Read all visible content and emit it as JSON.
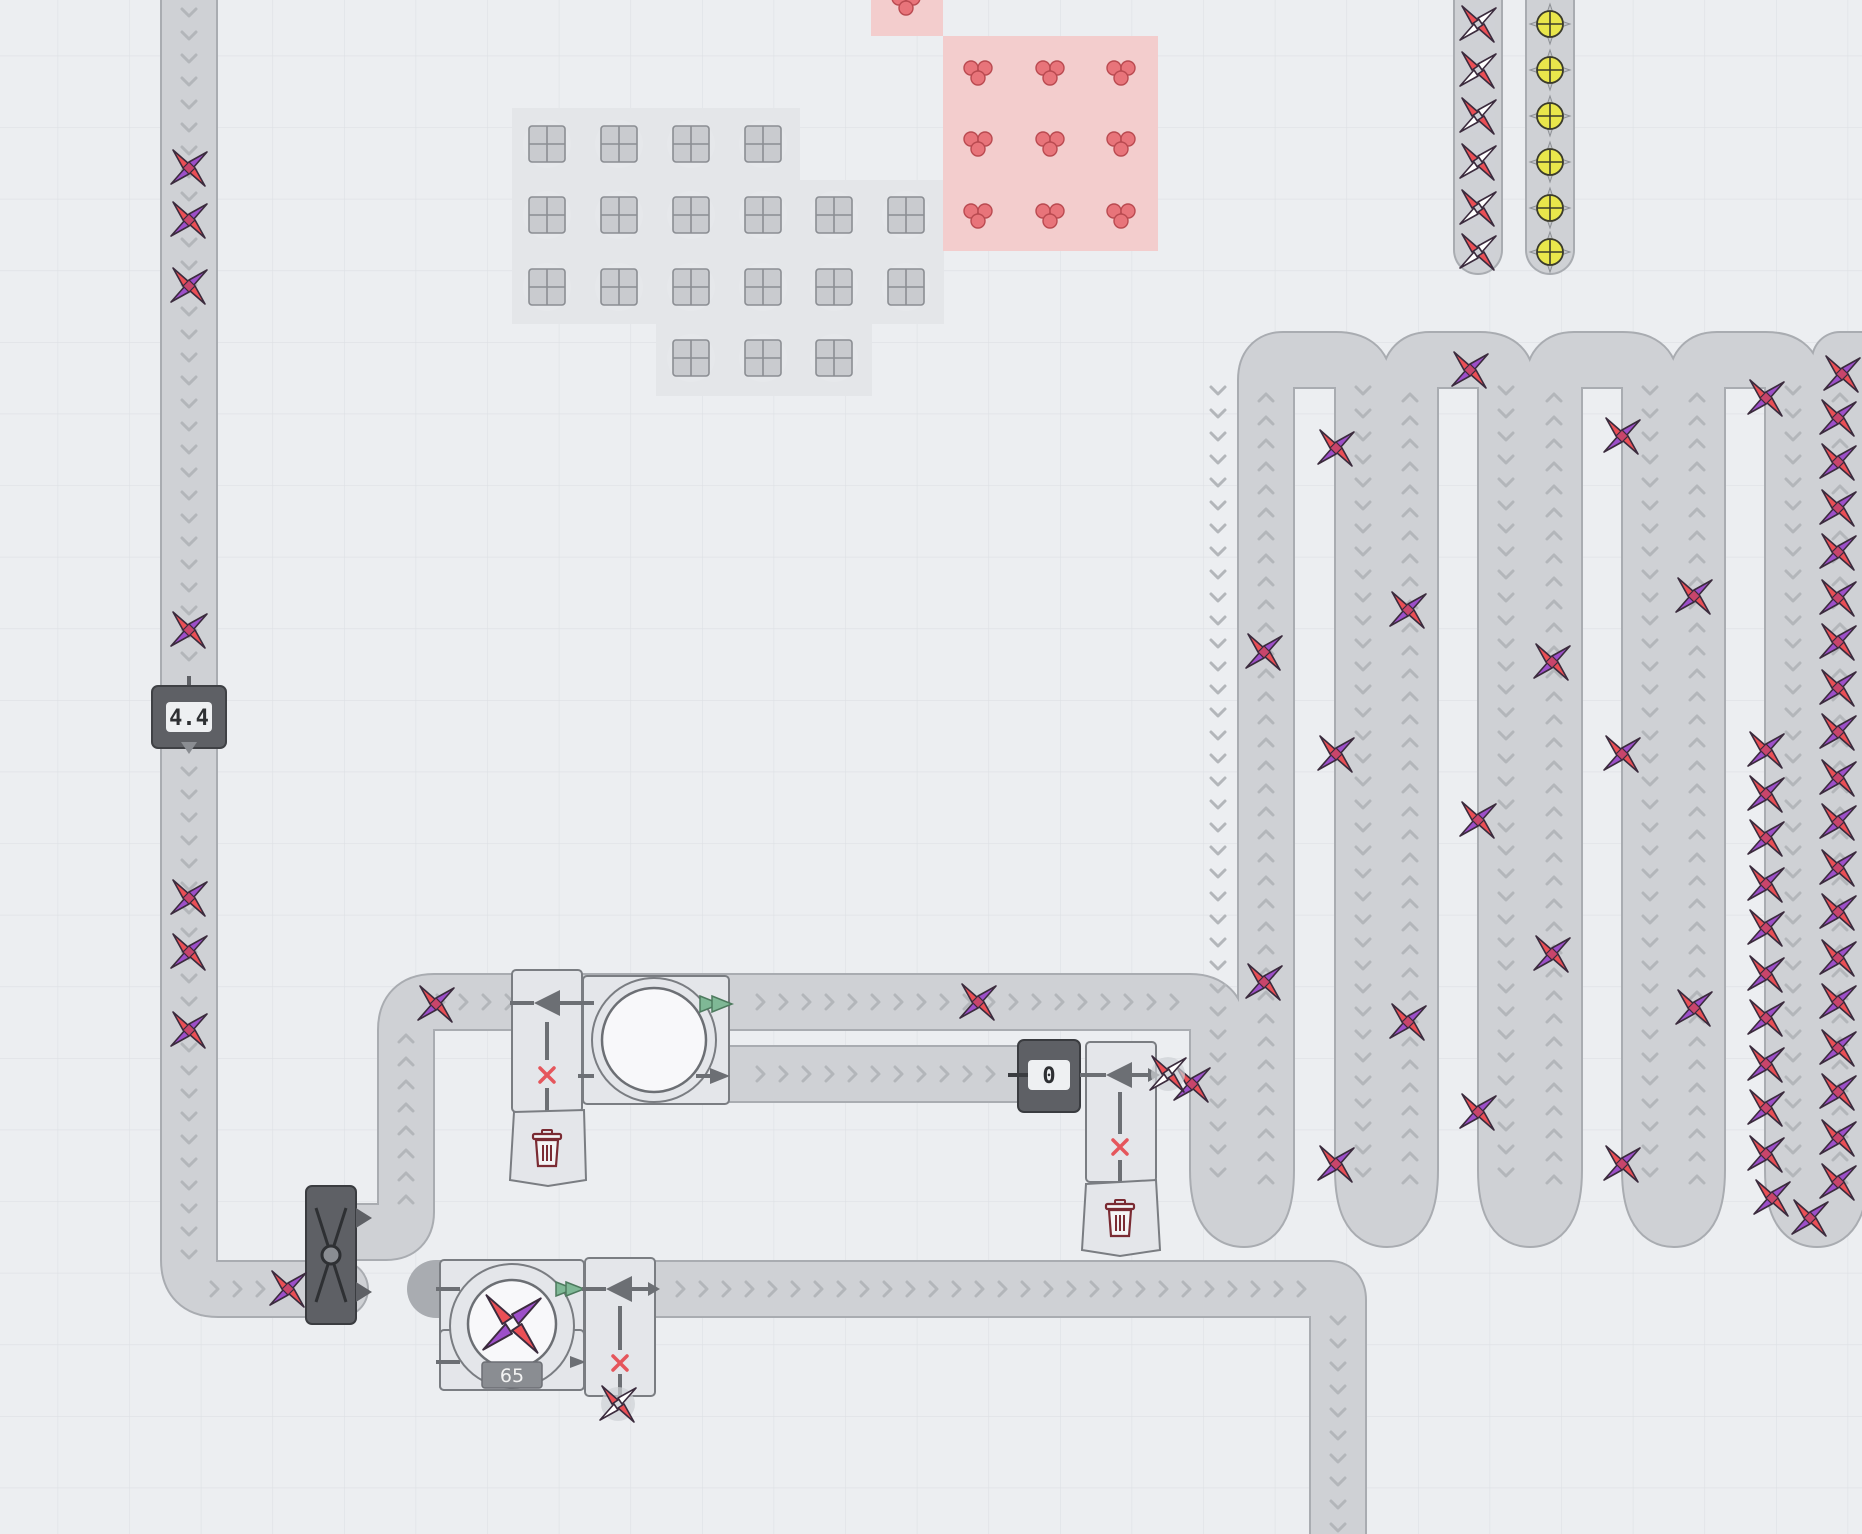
{
  "board": {
    "title": "",
    "colors": {
      "background": "#eceef1",
      "grid": "#dde0e4",
      "belt": "#cfd1d5",
      "belt_edge": "#a9acb1",
      "belt_arrow": "#b3b6ba",
      "building": "#e4e6ea",
      "building_edge": "#7a7d82",
      "dark_building": "#5e6065",
      "resource_patch": "#f3cdcd",
      "shape_red": "#ea4f55",
      "shape_purple": "#9d4fc9",
      "shape_yellow": "#e9e64b",
      "shape_white": "#ffffff"
    }
  },
  "throughput_counter": {
    "value": "4.4",
    "icon": "belt-reader-icon"
  },
  "hub_stock": {
    "value": "65",
    "icon": "pinwheel-shape-icon"
  },
  "item_counter": {
    "value": "0",
    "icon": "item-counter-icon"
  },
  "trash_bins": [
    {
      "icon": "trash-icon"
    },
    {
      "icon": "trash-icon"
    }
  ],
  "filters": [
    {
      "icon": "filter-icon",
      "reject_icon": "x-icon"
    },
    {
      "icon": "filter-icon",
      "reject_icon": "x-icon"
    },
    {
      "icon": "filter-icon",
      "reject_icon": "x-icon"
    }
  ],
  "splitter": {
    "icon": "splitter-icon"
  },
  "resource_patches": [
    {
      "type": "iron-ore",
      "icon": "grid-ore-icon"
    },
    {
      "type": "red-ore",
      "icon": "blob-ore-icon"
    }
  ],
  "shapes": [
    {
      "type": "pinwheel-red-purple",
      "icon": "pinwheel-shape-icon"
    },
    {
      "type": "pinwheel-red-white",
      "icon": "pinwheel-shape-icon"
    },
    {
      "type": "yellow-circle-cross",
      "icon": "circle-shape-icon"
    }
  ]
}
